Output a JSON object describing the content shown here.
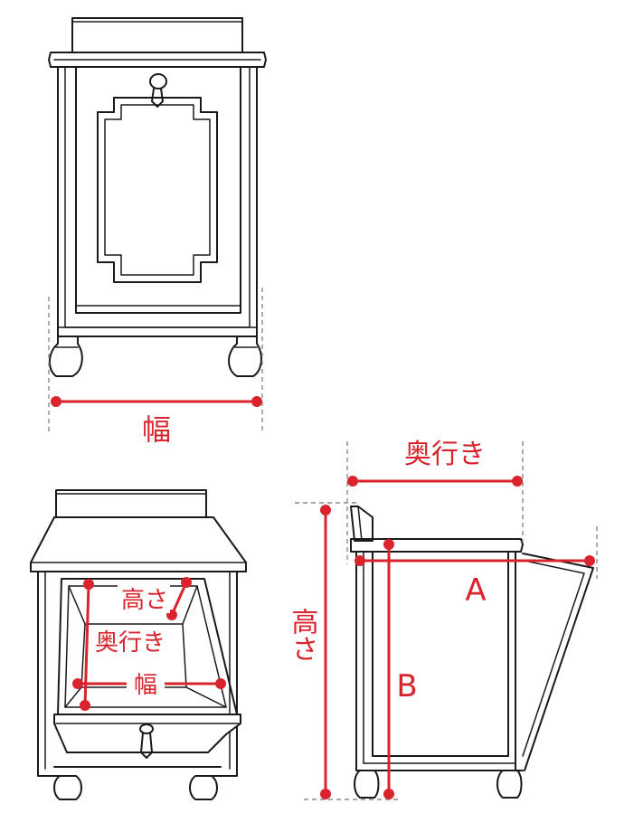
{
  "labels": {
    "front_width": "幅",
    "side_depth": "奥行き",
    "side_height": "高さ",
    "side_a": "A",
    "side_b": "B",
    "drawer_height": "高さ",
    "drawer_depth": "奥行き",
    "drawer_width": "幅"
  },
  "colors": {
    "measure": "#d9232d",
    "line": "#1a1a1a",
    "guide": "#8a8a8a"
  }
}
